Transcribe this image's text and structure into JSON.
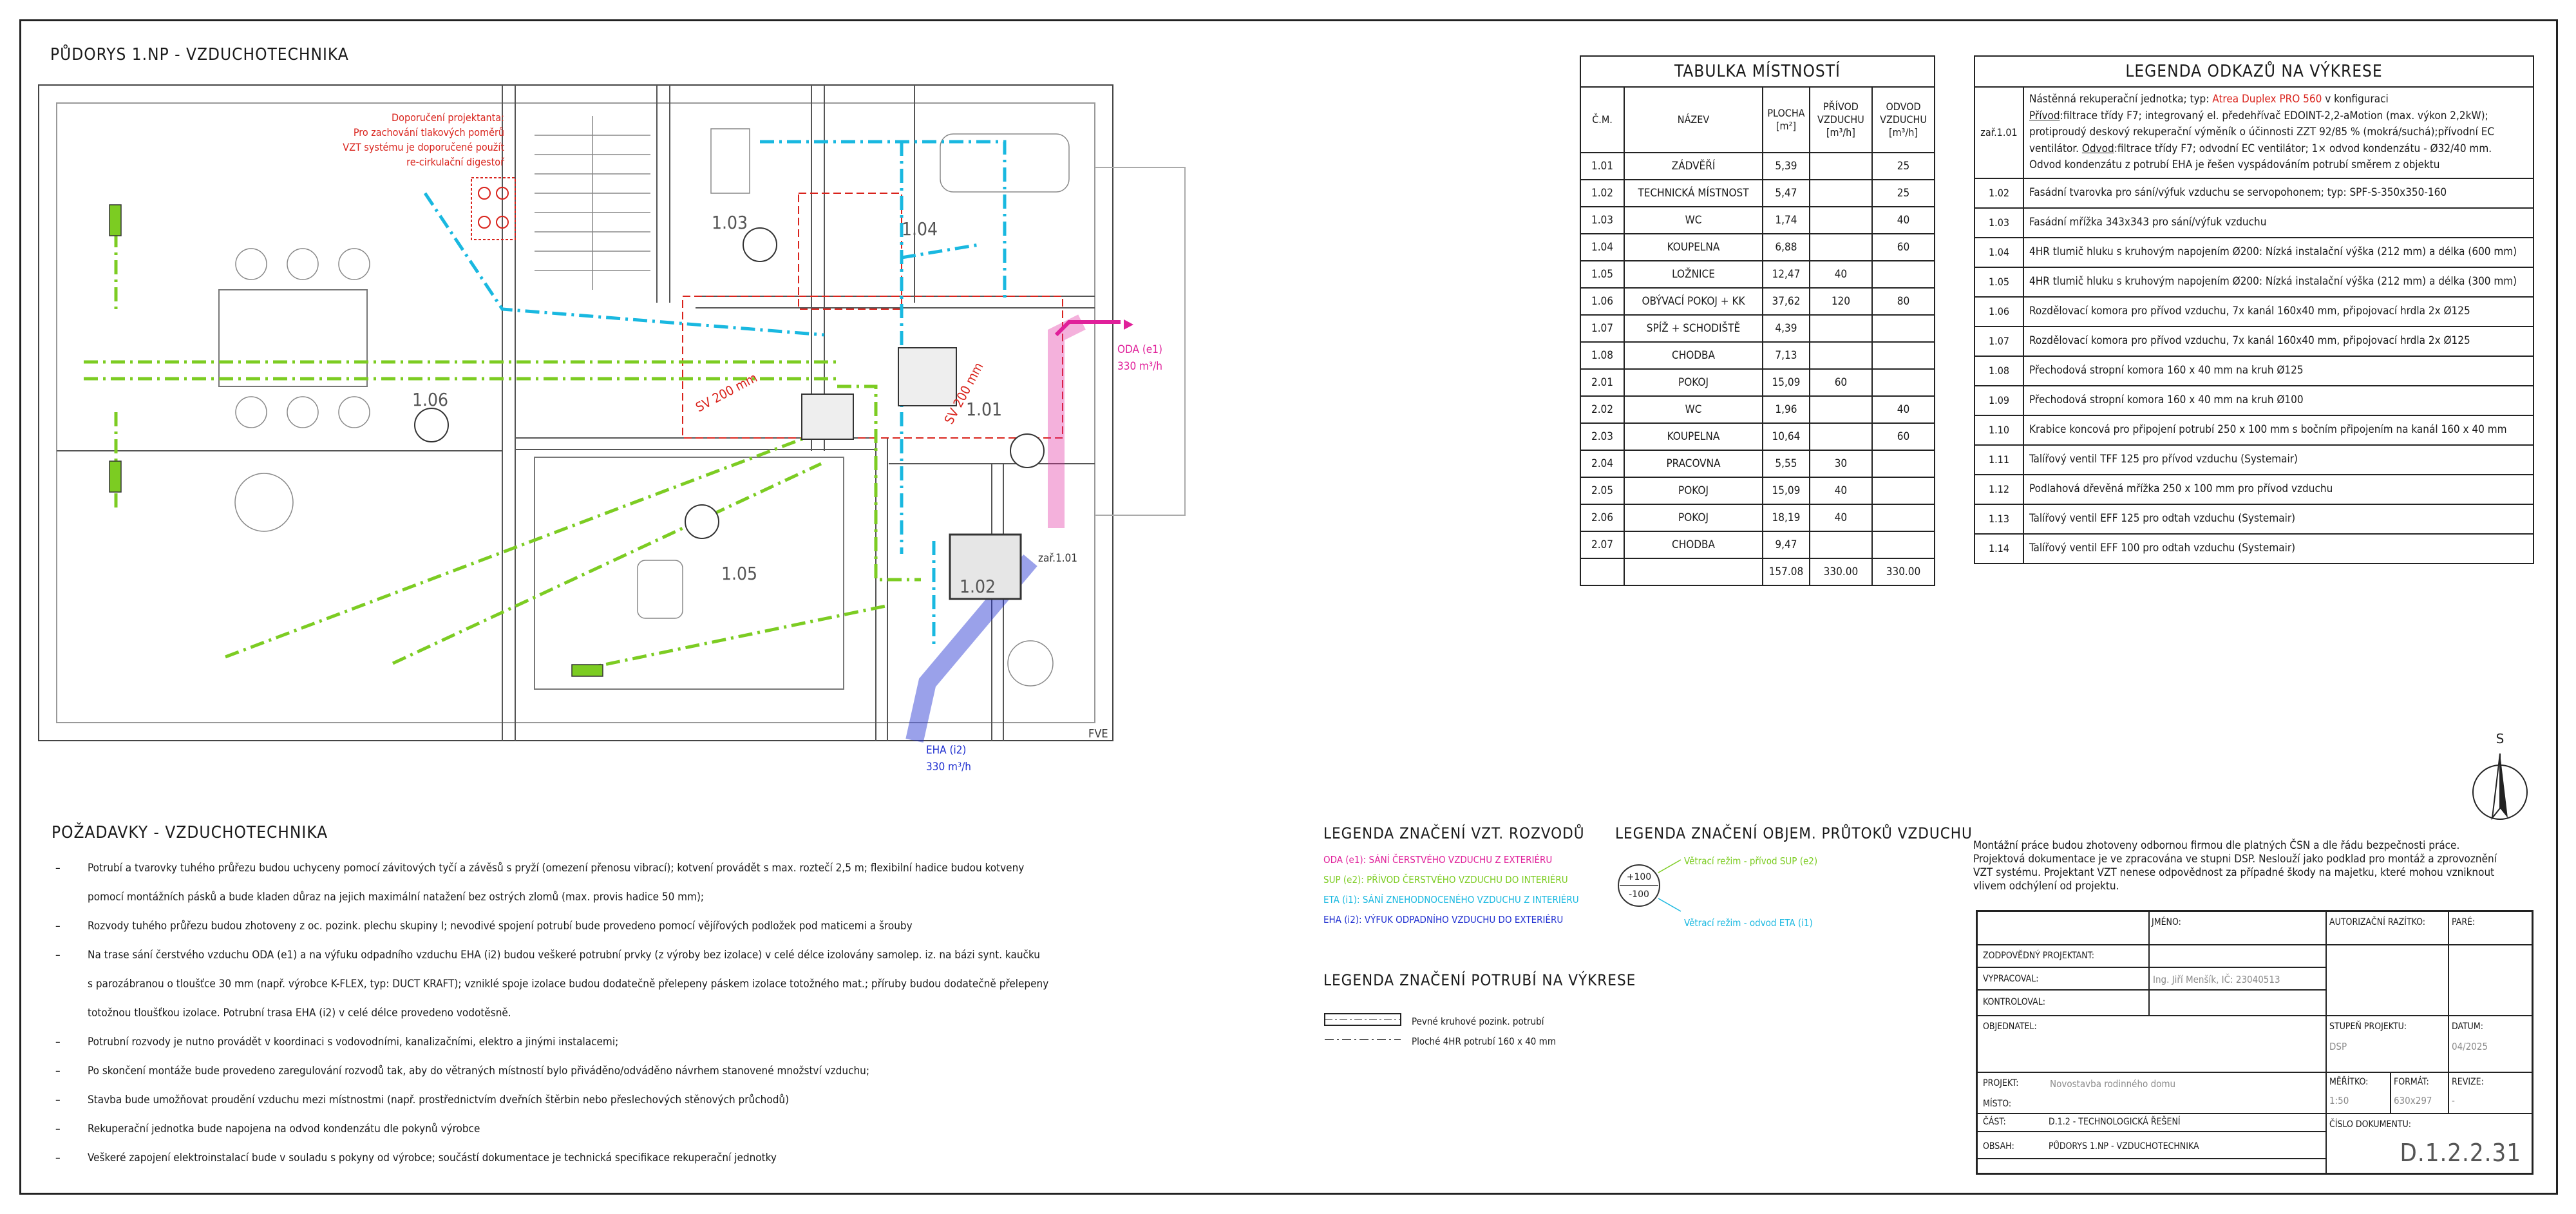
{
  "plan": {
    "title": "PŮDORYS 1.NP - VZDUCHOTECHNIKA",
    "recommendation": [
      "Doporučení projektanta:",
      "Pro zachování tlakových poměrů",
      "VZT systému je doporučené použít",
      "re-cirkulační digestoř"
    ],
    "room_labels": [
      "1.06",
      "1.05",
      "1.03",
      "1.04",
      "1.01",
      "1.02"
    ],
    "duct_labels": [
      "SV 200 mm",
      "SV 200 mm"
    ],
    "oda_label": [
      "ODA (e1)",
      "330 m³/h"
    ],
    "eha_label": [
      "EHA (i2)",
      "330 m³/h"
    ],
    "zar_label": "zař.1.01",
    "fve_label": "FVE"
  },
  "room_table": {
    "title": "TABULKA MÍSTNOSTÍ",
    "headers": [
      "Č.M.",
      "NÁZEV",
      "PLOCHA [m²]",
      "PŘÍVOD VZDUCHU [m³/h]",
      "ODVOD VZDUCHU [m³/h]"
    ],
    "rows": [
      [
        "1.01",
        "ZÁDVĚŘÍ",
        "5,39",
        "",
        "25"
      ],
      [
        "1.02",
        "TECHNICKÁ MÍSTNOST",
        "5,47",
        "",
        "25"
      ],
      [
        "1.03",
        "WC",
        "1,74",
        "",
        "40"
      ],
      [
        "1.04",
        "KOUPELNA",
        "6,88",
        "",
        "60"
      ],
      [
        "1.05",
        "LOŽNICE",
        "12,47",
        "40",
        ""
      ],
      [
        "1.06",
        "OBÝVACÍ POKOJ + KK",
        "37,62",
        "120",
        "80"
      ],
      [
        "1.07",
        "SPÍŽ + SCHODIŠTĚ",
        "4,39",
        "",
        ""
      ],
      [
        "1.08",
        "CHODBA",
        "7,13",
        "",
        ""
      ],
      [
        "2.01",
        "POKOJ",
        "15,09",
        "60",
        ""
      ],
      [
        "2.02",
        "WC",
        "1,96",
        "",
        "40"
      ],
      [
        "2.03",
        "KOUPELNA",
        "10,64",
        "",
        "60"
      ],
      [
        "2.04",
        "PRACOVNA",
        "5,55",
        "30",
        ""
      ],
      [
        "2.05",
        "POKOJ",
        "15,09",
        "40",
        ""
      ],
      [
        "2.06",
        "POKOJ",
        "18,19",
        "40",
        ""
      ],
      [
        "2.07",
        "CHODBA",
        "9,47",
        "",
        ""
      ]
    ],
    "totals": [
      "",
      "",
      "157.08",
      "330.00",
      "330.00"
    ]
  },
  "legend_table": {
    "title": "LEGENDA ODKAZŮ NA VÝKRESE",
    "first": {
      "code": "zař.1.01",
      "l1a": "Nástěnná rekuperační jednotka; typ: ",
      "l1b": "Atrea Duplex PRO 560",
      "l1c": " v konfiguraci",
      "l2a": "Přívod",
      "l2b": ":filtrace třídy F7; integrovaný el. předehřívač EDOINT-2,2-aMotion (max. výkon 2,2kW);",
      "l3": "protiproudý deskový rekuperační výměník o účinnosti   ZZT 92/85 % (mokrá/suchá);přívodní EC",
      "l4a": "ventilátor. ",
      "l4b": "Odvod",
      "l4c": ":filtrace třídy F7; odvodní EC ventilátor; 1× odvod kondenzátu - Ø32/40 mm.",
      "l5": "Odvod kondenzátu z potrubí EHA je řešen vyspádováním potrubí směrem z objektu"
    },
    "rows": [
      [
        "1.02",
        "Fasádní tvarovka pro sání/výfuk vzduchu se servopohonem; typ: SPF-S-350x350-160"
      ],
      [
        "1.03",
        "Fasádní mřížka 343x343 pro sání/výfuk vzduchu"
      ],
      [
        "1.04",
        "4HR tlumič hluku s kruhovým napojením Ø200: Nízká instalační výška (212 mm) a délka (600 mm)"
      ],
      [
        "1.05",
        "4HR tlumič hluku s kruhovým napojením Ø200: Nízká instalační výška (212 mm) a délka (300 mm)"
      ],
      [
        "1.06",
        "Rozdělovací komora pro přívod vzduchu, 7x kanál 160x40 mm, připojovací hrdla 2x Ø125"
      ],
      [
        "1.07",
        "Rozdělovací komora pro přívod vzduchu, 7x kanál 160x40 mm, připojovací hrdla 2x Ø125"
      ],
      [
        "1.08",
        "Přechodová stropní komora 160 x 40 mm na kruh Ø125"
      ],
      [
        "1.09",
        "Přechodová stropní komora 160 x 40 mm na kruh Ø100"
      ],
      [
        "1.10",
        "Krabice koncová pro připojení potrubí 250 x 100 mm s bočním připojením na kanál 160 x 40 mm"
      ],
      [
        "1.11",
        "Talířový ventil TFF 125 pro přívod vzduchu (Systemair)"
      ],
      [
        "1.12",
        "Podlahová dřevěná mřížka 250 x 100 mm pro přívod vzduchu"
      ],
      [
        "1.13",
        "Talířový ventil EFF 125 pro odtah vzduchu (Systemair)"
      ],
      [
        "1.14",
        "Talířový ventil EFF 100 pro odtah vzduchu (Systemair)"
      ]
    ]
  },
  "requirements": {
    "title": "POŽADAVKY - VZDUCHOTECHNIKA",
    "lines": [
      {
        "bullet": true,
        "text": "Potrubí a tvarovky tuhého průřezu budou uchyceny pomocí závitových tyčí a závěsů s pryží (omezení přenosu vibrací); kotvení provádět s max. roztečí 2,5 m; flexibilní hadice budou kotveny"
      },
      {
        "bullet": false,
        "text": "pomocí montážních pásků a bude kladen důraz na jejich maximální natažení bez ostrých zlomů (max. provis hadice 50 mm);"
      },
      {
        "bullet": true,
        "text": "Rozvody tuhého průřezu budou zhotoveny z oc. pozink. plechu skupiny I; nevodivé spojení potrubí bude provedeno pomocí vějířových podložek pod maticemi a šrouby"
      },
      {
        "bullet": true,
        "text": "Na trase sání čerstvého vzduchu ODA (e1) a na výfuku odpadního vzduchu EHA (i2) budou veškeré potrubní prvky (z výroby bez izolace) v celé délce izolovány samolep. iz. na bázi synt. kaučku"
      },
      {
        "bullet": false,
        "text": "s parozábranou o tloušťce 30 mm (např. výrobce K-FLEX, typ: DUCT KRAFT); vzniklé spoje izolace budou dodatečně přelepeny páskem izolace totožného mat.; příruby budou dodatečně přelepeny"
      },
      {
        "bullet": false,
        "text": "totožnou tloušťkou izolace. Potrubní trasa EHA (i2) v celé délce provedeno vodotěsně."
      },
      {
        "bullet": true,
        "text": "Potrubní rozvody je nutno provádět v koordinaci s vodovodními, kanalizačními, elektro a jinými instalacemi;"
      },
      {
        "bullet": true,
        "text": "Po skončení montáže bude provedeno zaregulování rozvodů tak, aby do větraných místností bylo přiváděno/odváděno návrhem   stanovené množství vzduchu;"
      },
      {
        "bullet": true,
        "text": "Stavba bude umožňovat proudění vzduchu mezi místnostmi (např. prostřednictvím dveřních štěrbin nebo přeslechových stěnových průchodů)"
      },
      {
        "bullet": true,
        "text": "Rekuperační jednotka bude napojena na odvod kondenzátu dle pokynů výrobce"
      },
      {
        "bullet": true,
        "text": "Veškeré zapojení elektroinstalací bude v souladu s pokyny od výrobce; součástí dokumentace je technická specifikace rekuperační jednotky"
      }
    ]
  },
  "legend_ducts": {
    "title": "LEGENDA ZNAČENÍ VZT. ROZVODŮ",
    "items": [
      {
        "text": "ODA (e1): SÁNÍ ČERSTVÉHO VZDUCHU Z EXTERIÉRU",
        "color": "#e0209a"
      },
      {
        "text": "SUP (e2): PŘÍVOD ČERSTVÉHO VZDUCHU DO INTERIÉRU",
        "color": "#7ccc22"
      },
      {
        "text": "ETA (i1): SÁNÍ ZNEHODNOCENÉHO VZDUCHU Z INTERIÉRU",
        "color": "#19b8e0"
      },
      {
        "text": "EHA (i2): VÝFUK ODPADNÍHO VZDUCHU DO EXTERIÉRU",
        "color": "#1f2fd0"
      }
    ]
  },
  "legend_flows": {
    "title": "LEGENDA ZNAČENÍ OBJEM. PRŮTOKŮ VZDUCHU",
    "sup_value": "+100",
    "eta_value": "-100",
    "sup_text": "Větrací režim - přívod SUP (e2)",
    "eta_text": "Větrací režim - odvod ETA (i1)",
    "sup_color": "#7ccc22",
    "eta_color": "#19b8e0"
  },
  "legend_pipes": {
    "title": "LEGENDA ZNAČENÍ POTRUBÍ NA VÝKRESE",
    "items": [
      "Pevné kruhové pozink. potrubí",
      "Ploché 4HR potrubí 160 x 40 mm"
    ]
  },
  "note": {
    "lines": [
      "Montážní práce budou zhotoveny odbornou firmou dle platných ČSN a dle řádu bezpečnosti práce.",
      "Projektová dokumentace je ve zpracována ve stupni DSP. Neslouží jako podklad pro montáž a zprovoznění",
      "VZT systému. Projektant VZT nenese odpovědnost za případné škody na majetku, které mohou vzniknout",
      "vlivem odchýlení od projektu."
    ]
  },
  "north": "S",
  "title_block": {
    "jmeno_label": "JMÉNO:",
    "autorizacni_label": "AUTORIZAČNÍ RAZÍTKO:",
    "pare_label": "PARÉ:",
    "zodpovedny_label": "ZODPOVĚDNÝ PROJEKTANT:",
    "vypracoval_label": "VYPRACOVAL:",
    "vypracoval_value": "Ing. Jiří Menšík, IČ: 23040513",
    "kontroloval_label": "KONTROLOVAL:",
    "objednatel_label": "OBJEDNATEL:",
    "stupen_label": "STUPEŇ PROJEKTU:",
    "stupen_value": "DSP",
    "datum_label": "DATUM:",
    "datum_value": "04/2025",
    "projekt_label": "PROJEKT:",
    "projekt_value": "Novostavba rodinného domu",
    "meritko_label": "MĚŘÍTKO:",
    "meritko_value": "1:50",
    "format_label": "FORMÁT:",
    "format_value": "630x297",
    "revize_label": "REVIZE:",
    "revize_value": "-",
    "misto_label": "MÍSTO:",
    "cast_label": "ČÁST:",
    "cast_value": "D.1.2 - TECHNOLOGICKÁ ŘEŠENÍ",
    "cislo_label": "ČÍSLO DOKUMENTU:",
    "obsah_label": "OBSAH:",
    "obsah_value": "PŮDORYS 1.NP - VZDUCHOTECHNIKA",
    "cislo_value": "D.1.2.2.31"
  }
}
